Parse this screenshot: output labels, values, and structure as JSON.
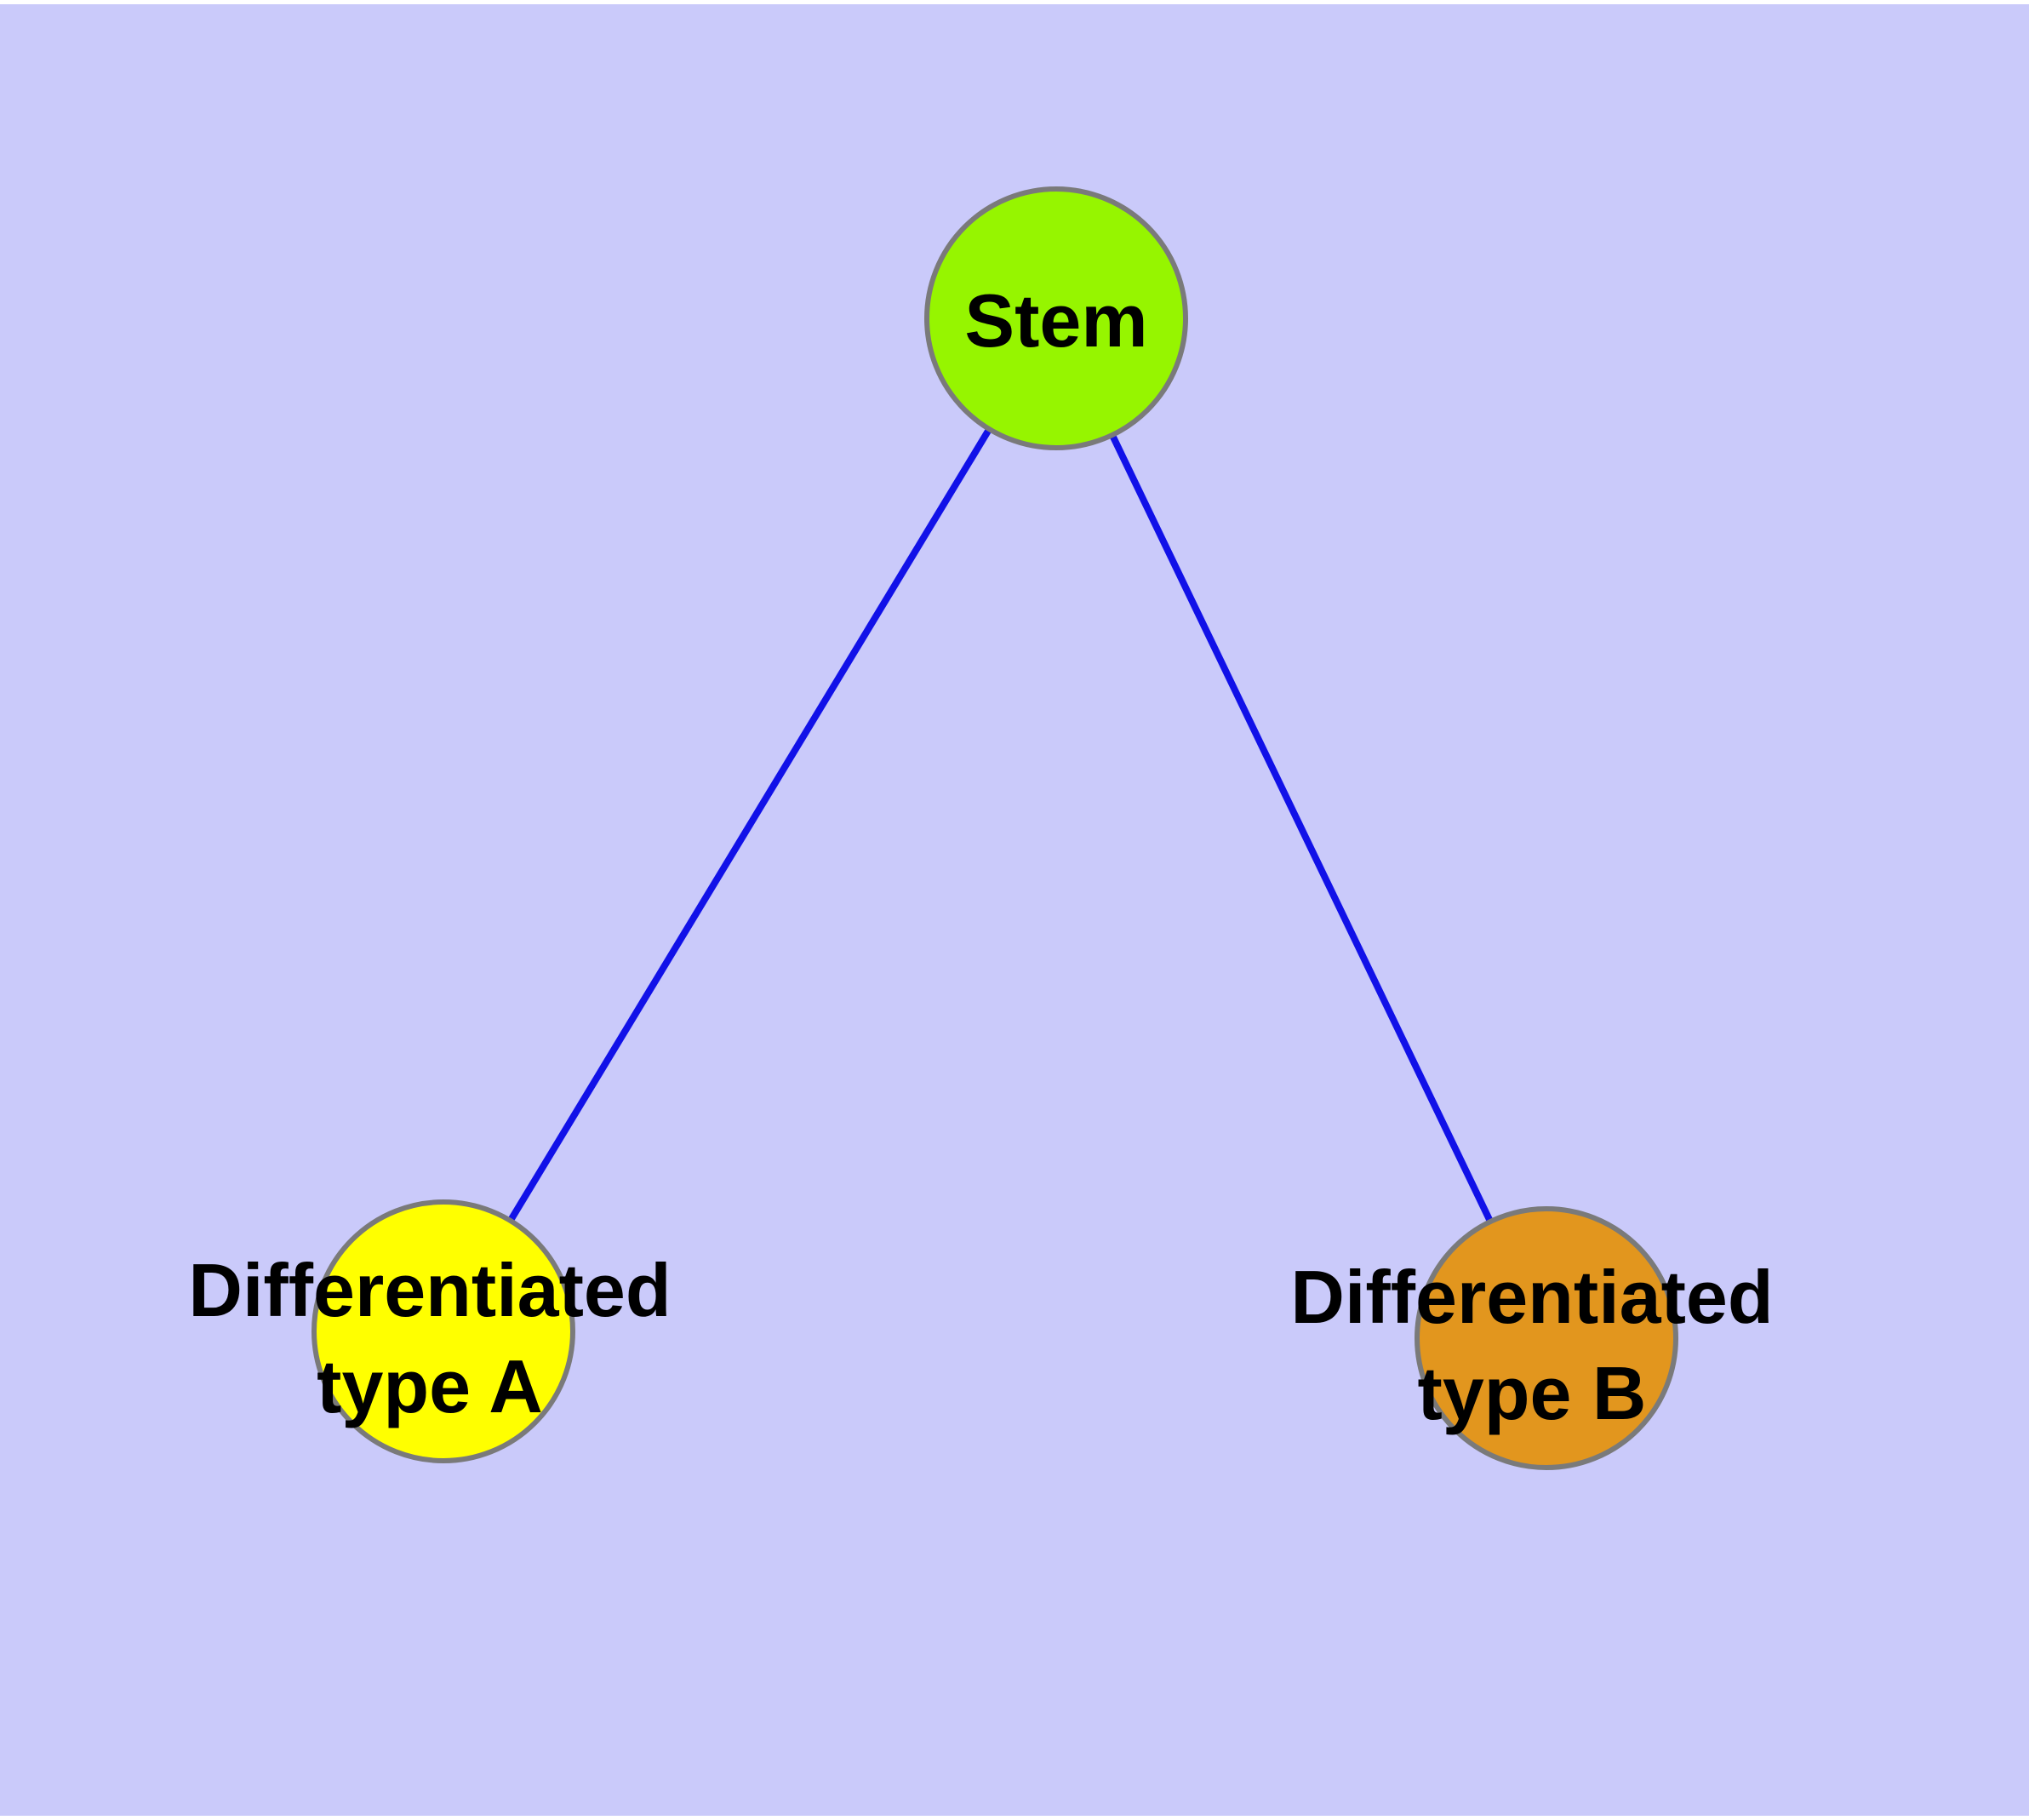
{
  "diagram": {
    "type": "node-link-graph",
    "title": "",
    "page_background": "#FFFFFF",
    "panel_color": "#CACAFA",
    "edge_color": "#1111E8",
    "node_border_color": "#7A7A7A",
    "label_color": "#000000",
    "nodes": [
      {
        "id": "stem",
        "label": "Stem",
        "lines": {
          "0": "Stem"
        },
        "fill": "#96F500"
      },
      {
        "id": "differentiated-type-a",
        "label": "Differentiated type A",
        "lines": {
          "0": "Differentiated",
          "1": "type A"
        },
        "fill": "#FFFF00"
      },
      {
        "id": "differentiated-type-b",
        "label": "Differentiated type B",
        "lines": {
          "0": "Differentiated",
          "1": "type B"
        },
        "fill": "#E2961E"
      }
    ],
    "edges": [
      {
        "from": "stem",
        "to": "differentiated-type-a"
      },
      {
        "from": "stem",
        "to": "differentiated-type-b"
      }
    ]
  }
}
